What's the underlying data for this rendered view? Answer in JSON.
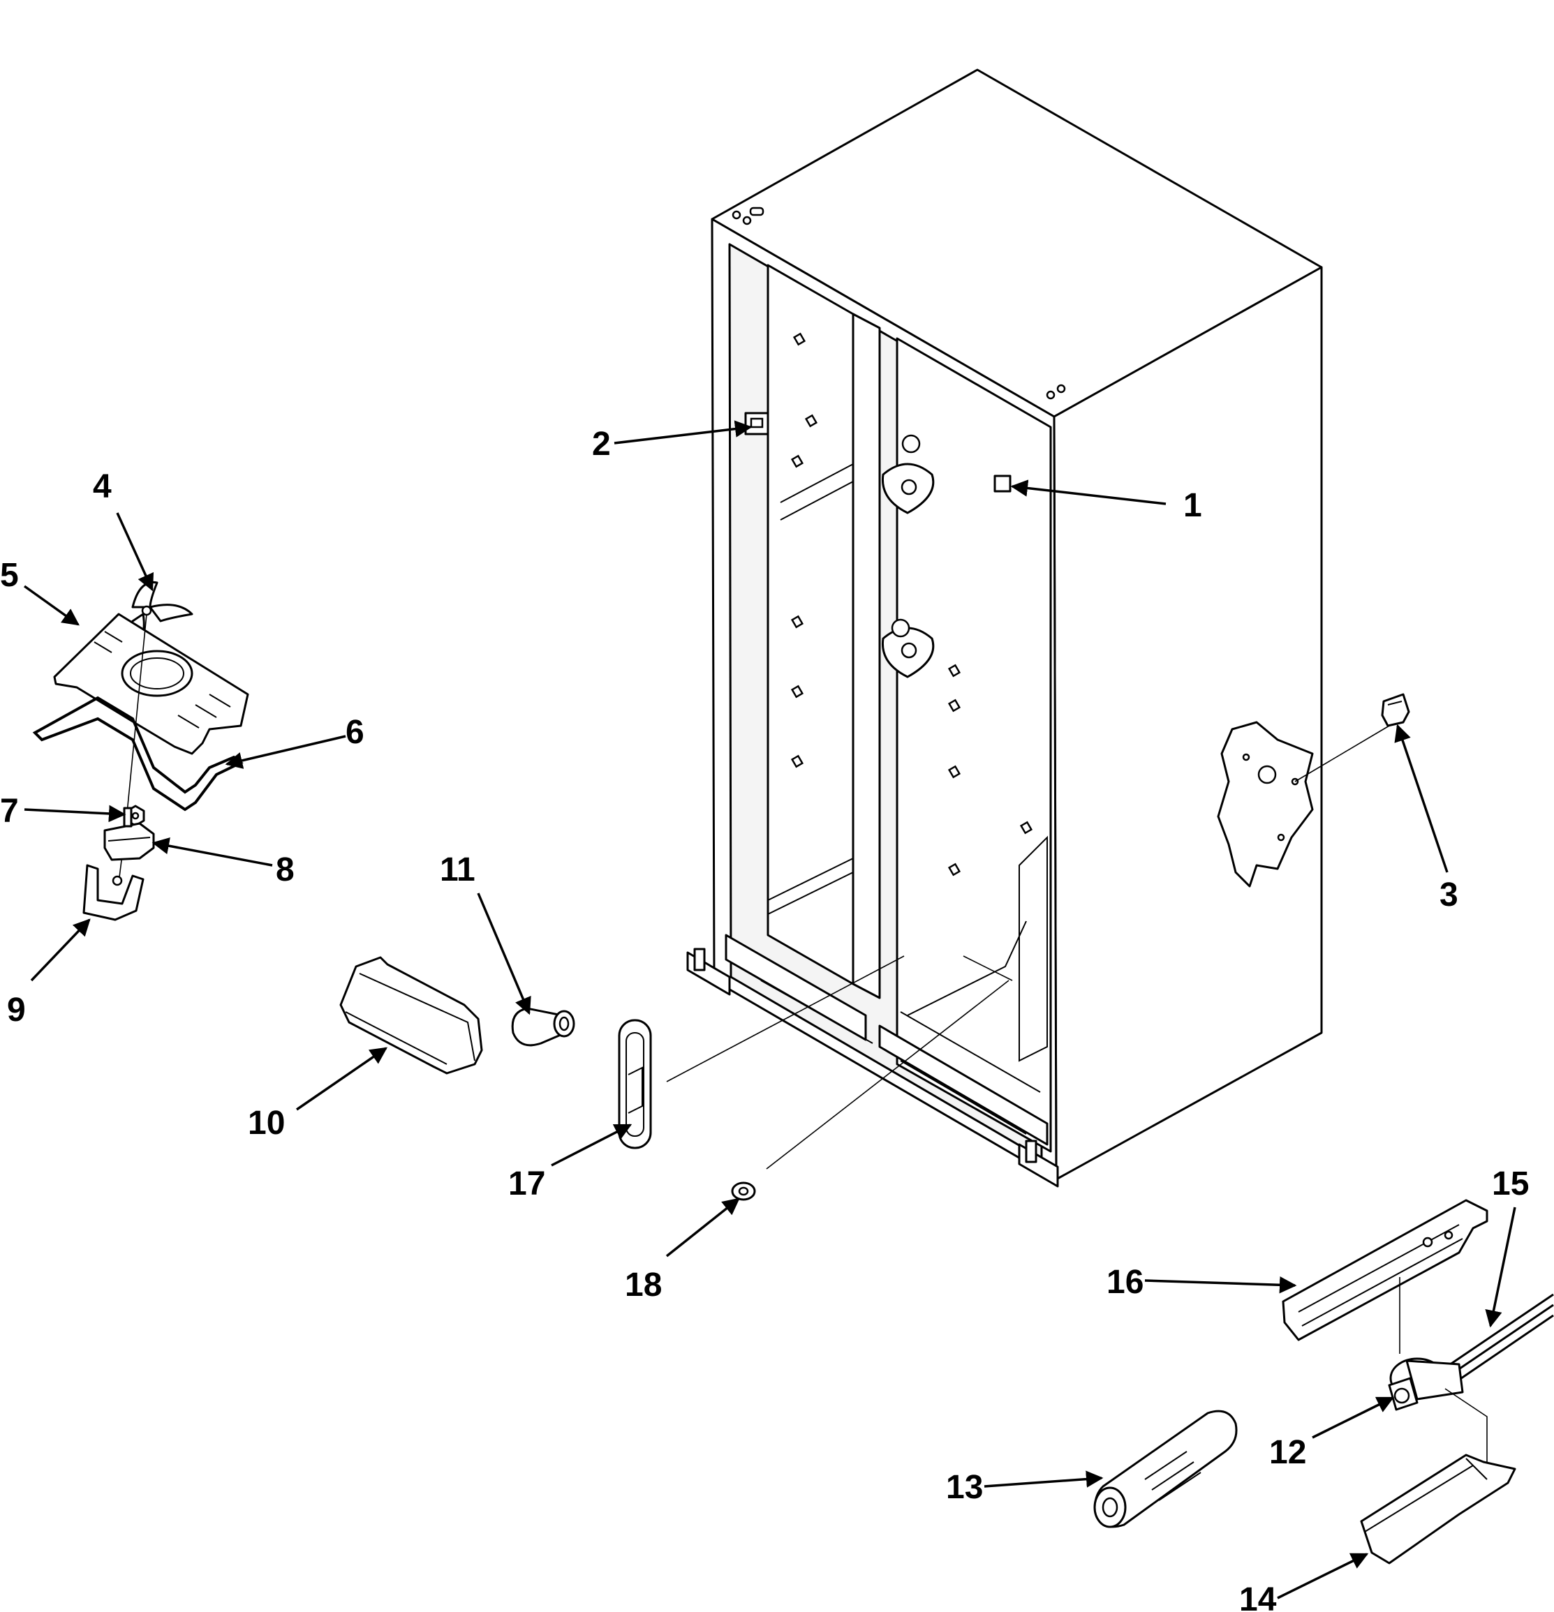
{
  "diagram": {
    "callouts": [
      {
        "id": "1",
        "label": "1"
      },
      {
        "id": "2",
        "label": "2"
      },
      {
        "id": "3",
        "label": "3"
      },
      {
        "id": "4",
        "label": "4"
      },
      {
        "id": "5",
        "label": "5"
      },
      {
        "id": "6",
        "label": "6"
      },
      {
        "id": "7",
        "label": "7"
      },
      {
        "id": "8",
        "label": "8"
      },
      {
        "id": "9",
        "label": "9"
      },
      {
        "id": "10",
        "label": "10"
      },
      {
        "id": "11",
        "label": "11"
      },
      {
        "id": "12",
        "label": "12"
      },
      {
        "id": "13",
        "label": "13"
      },
      {
        "id": "14",
        "label": "14"
      },
      {
        "id": "15",
        "label": "15"
      },
      {
        "id": "16",
        "label": "16"
      },
      {
        "id": "17",
        "label": "17"
      },
      {
        "id": "18",
        "label": "18"
      }
    ],
    "colors": {
      "line": "#000000",
      "background": "#ffffff"
    }
  }
}
